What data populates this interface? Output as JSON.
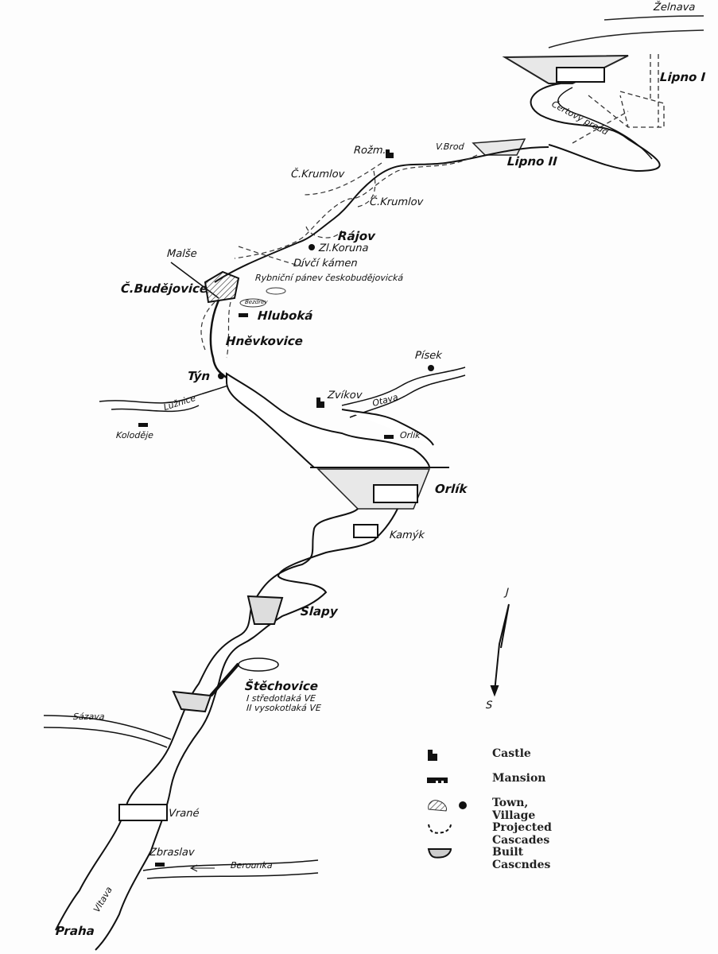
{
  "map": {
    "places": {
      "zelnava": "Želnava",
      "lipno1": "Lipno I",
      "certovy_proud": "Čertovy proud",
      "v_brod": "V.Brod",
      "lipno2": "Lipno II",
      "rozm": "Rožm.",
      "c_krumlov_1": "Č.Krumlov",
      "c_krumlov_2": "Č.Krumlov",
      "rajov": "Rájov",
      "zl_koruna": "Zl.Koruna",
      "divci_kamen": "Dívčí kámen",
      "rybnicni": "Rybniční pánev českobudějovická",
      "malse": "Malše",
      "c_budejovice": "Č.Budějovice",
      "bezdrev": "Bezdrev",
      "hluboka": "Hluboká",
      "hnevkovice": "Hněvkovice",
      "tyn": "Týn",
      "pisek": "Písek",
      "luznice": "Lužnice",
      "zvikov": "Zvíkov",
      "otava": "Otava",
      "kolodeje": "Koloděje",
      "orlik_mansion": "Orlík",
      "orlik_dam": "Orlík",
      "kamyk": "Kamýk",
      "slapy": "Slapy",
      "stechovice": "Štěchovice",
      "stechovice_1": "I středotlaká VE",
      "stechovice_2": "II vysokotlaká VE",
      "sazava": "Sázava",
      "vrane": "Vrané",
      "zbraslav": "Zbraslav",
      "berounka": "Berounka",
      "vltava": "Vltava",
      "praha": "Praha"
    },
    "compass": {
      "north": "J",
      "south": "S"
    }
  },
  "legend": {
    "items": [
      {
        "icon": "castle-icon",
        "label": "Castle"
      },
      {
        "icon": "mansion-icon",
        "label": "Mansion"
      },
      {
        "icon": "town-village-icon",
        "label": "Town, Village"
      },
      {
        "icon": "projected-cascade-icon",
        "label": "Projected Cascades"
      },
      {
        "icon": "built-cascade-icon",
        "label": "Built Cascndes"
      }
    ]
  }
}
